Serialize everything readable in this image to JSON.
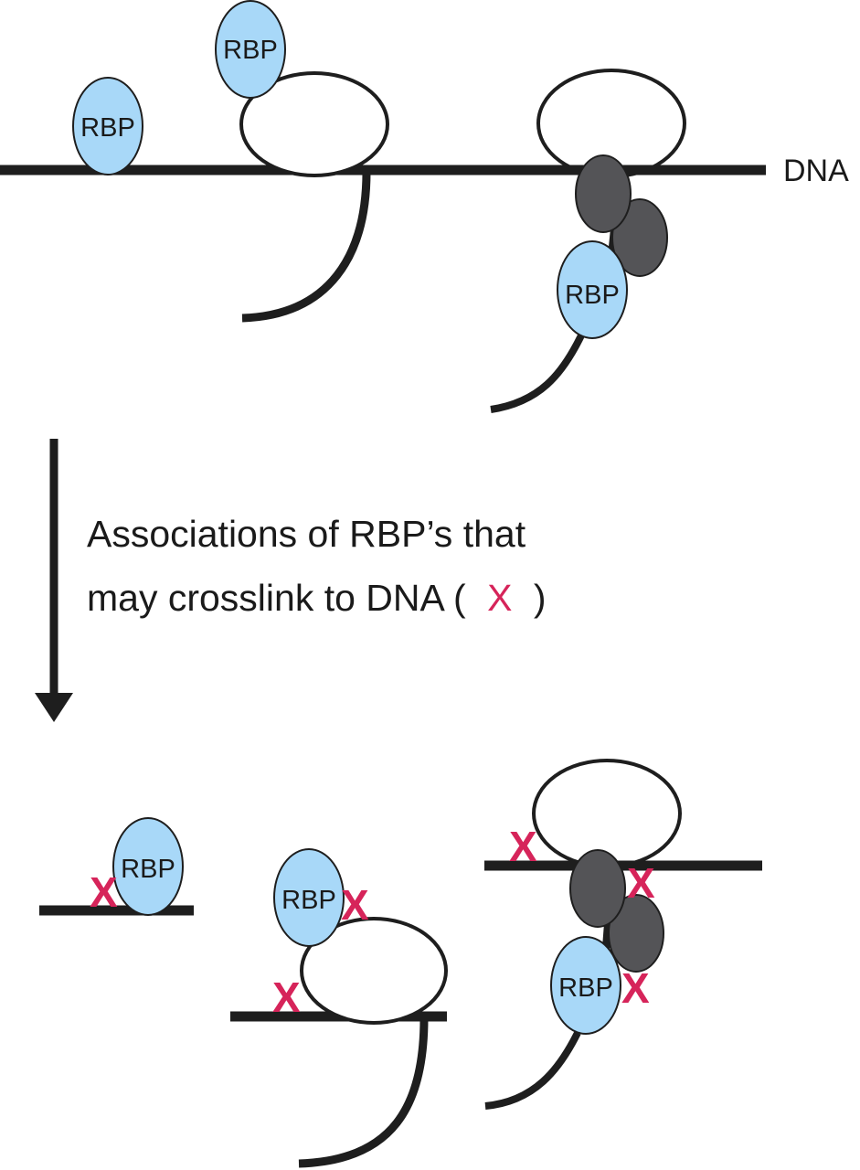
{
  "colors": {
    "rbp_fill": "#A8D8F8",
    "complex_fill": "#545457",
    "strand": "#1e1e1e",
    "crosslink": "#D6245A",
    "loop_fill": "#ffffff"
  },
  "labels": {
    "dna": "DNA",
    "rbp": "RBP",
    "crosslink_mark": "X"
  },
  "caption": {
    "line1": "Associations of RBP’s that",
    "line2_prefix": "may crosslink to DNA (",
    "line2_mark": "X",
    "line2_suffix": ")"
  },
  "panels": {
    "before": {
      "description": "RBPs bound directly, via RNA loop, and via protein complex",
      "rbp_count": 3
    },
    "after": {
      "description": "Potential DNA crosslink sites marked with X",
      "crosslink_count": 6
    }
  }
}
